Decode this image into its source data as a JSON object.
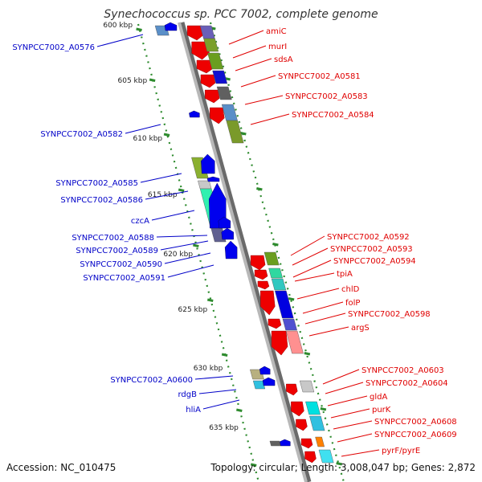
{
  "title": "Synechococcus sp. PCC 7002, complete genome",
  "footer": {
    "accession": "Accession: NC_010475",
    "topology": "Topology: circular; Length: 3,008,047 bp; Genes: 2,872"
  },
  "colors": {
    "forward_label": "#e00000",
    "reverse_label": "#0000c8",
    "forward_arrow": "#ee0000",
    "reverse_arrow": "#0000ee",
    "backbone": "#888888",
    "tick": "#2e8b2e"
  },
  "scale_labels": [
    "600 kbp",
    "605 kbp",
    "610 kbp",
    "615 kbp",
    "620 kbp",
    "625 kbp",
    "630 kbp",
    "635 kbp"
  ],
  "forward_genes": [
    "amiC",
    "murI",
    "sdsA",
    "SYNPCC7002_A0581",
    "SYNPCC7002_A0583",
    "SYNPCC7002_A0584",
    "SYNPCC7002_A0592",
    "SYNPCC7002_A0593",
    "SYNPCC7002_A0594",
    "tpiA",
    "chlD",
    "folP",
    "SYNPCC7002_A0598",
    "argS",
    "SYNPCC7002_A0603",
    "SYNPCC7002_A0604",
    "gldA",
    "purK",
    "SYNPCC7002_A0608",
    "SYNPCC7002_A0609",
    "pyrF/pyrE"
  ],
  "reverse_genes": [
    "SYNPCC7002_A0576",
    "SYNPCC7002_A0582",
    "SYNPCC7002_A0585",
    "SYNPCC7002_A0586",
    "czcA",
    "SYNPCC7002_A0588",
    "SYNPCC7002_A0589",
    "SYNPCC7002_A0590",
    "SYNPCC7002_A0591",
    "SYNPCC7002_A0600",
    "rdgB",
    "hliA"
  ]
}
